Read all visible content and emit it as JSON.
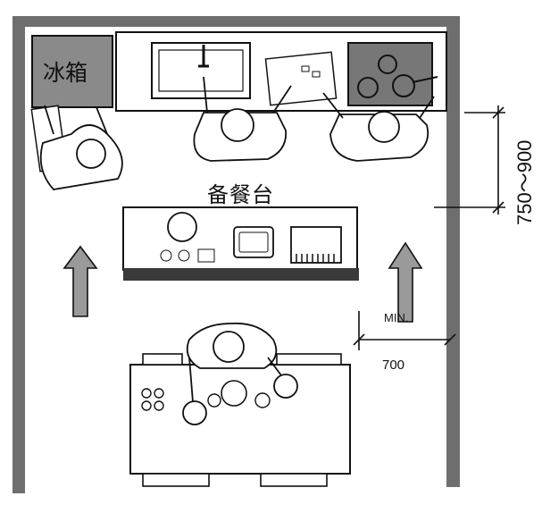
{
  "labels": {
    "fridge": "冰箱",
    "counter": "备餐台",
    "counter_height": "750～900",
    "aisle_min": "MIN.",
    "aisle_width": "700"
  },
  "colors": {
    "wall": "#6e6e6e",
    "counter_edge": "#3a3a3a",
    "arrow_fill": "#9a9a9a",
    "fridge_fill": "#8a8a8a",
    "stove_fill": "#777777",
    "line": "#111111"
  }
}
